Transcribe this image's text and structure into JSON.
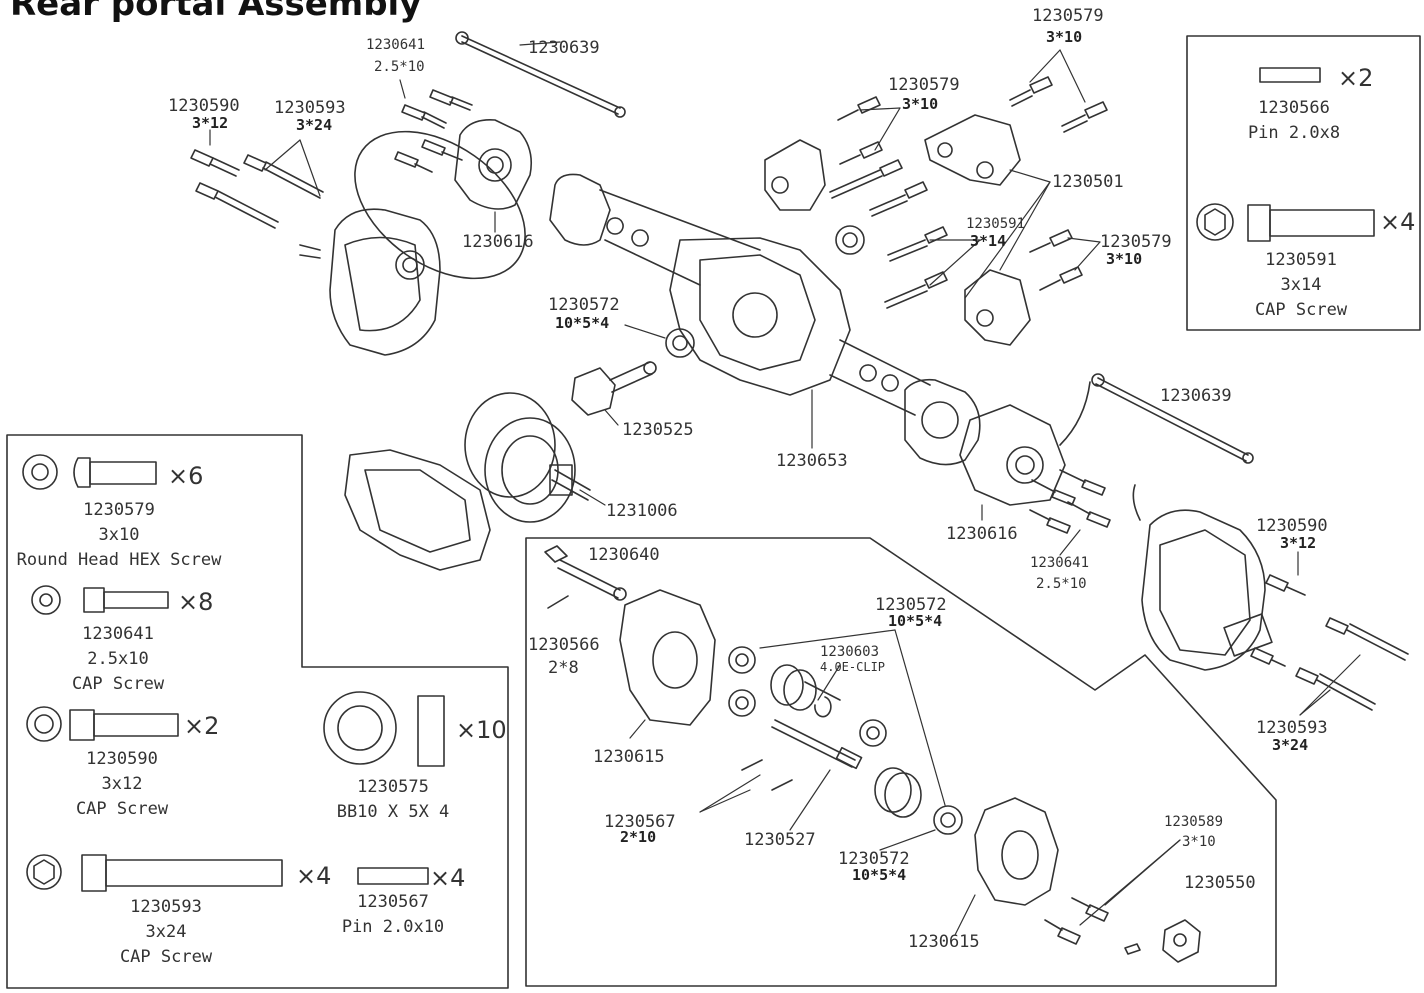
{
  "title": "Rear portal Assembly",
  "labels": {
    "l1230639_top": "1230639",
    "l1230641_top": "1230641",
    "l1230641_top_size": "2.5*10",
    "l1230590_top": "1230590",
    "l1230590_top_size": "3*12",
    "l1230593_top": "1230593",
    "l1230593_top_size": "3*24",
    "l1230616_top": "1230616",
    "l1230579_a": "1230579",
    "l1230579_a_size": "3*10",
    "l1230579_b": "1230579",
    "l1230579_b_size": "3*10",
    "l1230501": "1230501",
    "l1230591": "1230591",
    "l1230591_size": "3*14",
    "l1230579_c": "1230579",
    "l1230579_c_size": "3*10",
    "l1230572_top": "1230572",
    "l1230572_top_size": "10*5*4",
    "l1230525": "1230525",
    "l1230653": "1230653",
    "l1231006": "1231006",
    "l1230639_right": "1230639",
    "l1230616_right": "1230616",
    "l1230641_right": "1230641",
    "l1230641_right_size": "2.5*10",
    "l1230590_right": "1230590",
    "l1230590_right_size": "3*12",
    "l1230593_right": "1230593",
    "l1230593_right_size": "3*24",
    "l1230640": "1230640",
    "l1230566": "1230566",
    "l1230566_size": "2*8",
    "l1230615_a": "1230615",
    "l1230572_mid": "1230572",
    "l1230572_mid_size": "10*5*4",
    "l1230603": "1230603",
    "l1230603_size": "4.0E-CLIP",
    "l1230567": "1230567",
    "l1230567_size": "2*10",
    "l1230527": "1230527",
    "l1230572_bot": "1230572",
    "l1230572_bot_size": "10*5*4",
    "l1230615_b": "1230615",
    "l1230589": "1230589",
    "l1230589_size": "3*10",
    "l1230550": "1230550"
  },
  "hardware_right": {
    "pin_2x8": {
      "qty": "×2",
      "part": "1230566",
      "desc": "Pin 2.0x8"
    },
    "cap_3x14": {
      "qty": "×4",
      "part": "1230591",
      "size": "3x14",
      "desc": "CAP Screw"
    }
  },
  "hardware_left": {
    "round_3x10": {
      "qty": "×6",
      "part": "1230579",
      "size": "3x10",
      "desc": "Round Head HEX Screw"
    },
    "cap_2_5x10": {
      "qty": "×8",
      "part": "1230641",
      "size": "2.5x10",
      "desc": "CAP Screw"
    },
    "cap_3x12": {
      "qty": "×2",
      "part": "1230590",
      "size": "3x12",
      "desc": "CAP Screw"
    },
    "bearing": {
      "qty": "×10",
      "part": "1230575",
      "desc": "BB10 X 5X 4"
    },
    "cap_3x24": {
      "qty": "×4",
      "part": "1230593",
      "size": "3x24",
      "desc": "CAP Screw"
    },
    "pin_2x10": {
      "qty": "×4",
      "part": "1230567",
      "desc": "Pin 2.0x10"
    }
  }
}
